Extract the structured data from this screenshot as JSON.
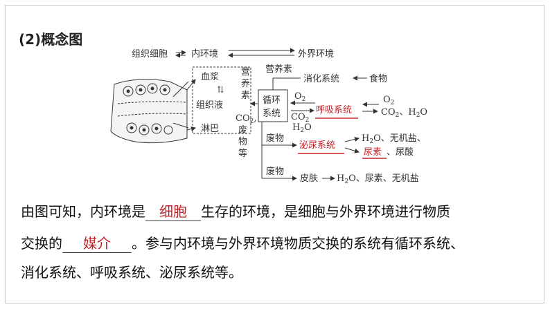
{
  "heading": "(2)概念图",
  "diagram": {
    "zuzhi_xibao": "组织细胞",
    "nei_huanjing": "内环境",
    "wai_jie": "外界环境",
    "ying_yang_su": "营养素",
    "xiaohua": "消化系统",
    "shiwu": "食物",
    "yingyang_v1": "营",
    "yingyang_v2": "养",
    "yingyang_v3": "素",
    "xuejiang": "血浆",
    "zuzhiye": "组织液",
    "linba": "淋巴",
    "xunhuan1": "循环",
    "xunhuan2": "系统",
    "o2_in": "O",
    "o2_out": "O",
    "co2_a": "CO",
    "co2_b": "CO",
    "co2_c": "CO",
    "sub2": "2",
    "huxi": "呼吸系统",
    "huxi_products": "→CO",
    "huxi_products2": "、H",
    "huxi_products3": "O",
    "co2_lower": "CO",
    "fei_v1": "废",
    "wu_v": "物",
    "deng_v": "等",
    "h2o": "H",
    "h2o_o": "O",
    "feiwu_a": "废物",
    "miniao": "泌尿系统",
    "miniao_p1": "H",
    "miniao_p2": "O、无机盐、",
    "niaosu": "尿素",
    "niaosuan": "、尿酸",
    "feiwu_b": "废物",
    "pifu": "皮肤",
    "pifu_p1": "H",
    "pifu_p2": "O、尿素、无机盐"
  },
  "para": {
    "l1_a": "由图可知，内环境是",
    "l1_blank": "细胞",
    "l1_b": "生存的环境，是细胞与外界环境进行物质",
    "l2_a": "交换的",
    "l2_blank": "媒介",
    "l2_b": "。参与内环境与外界环境物质交换的系统有循环系统、",
    "l3": "消化系统、呼吸系统、泌尿系统等。"
  }
}
